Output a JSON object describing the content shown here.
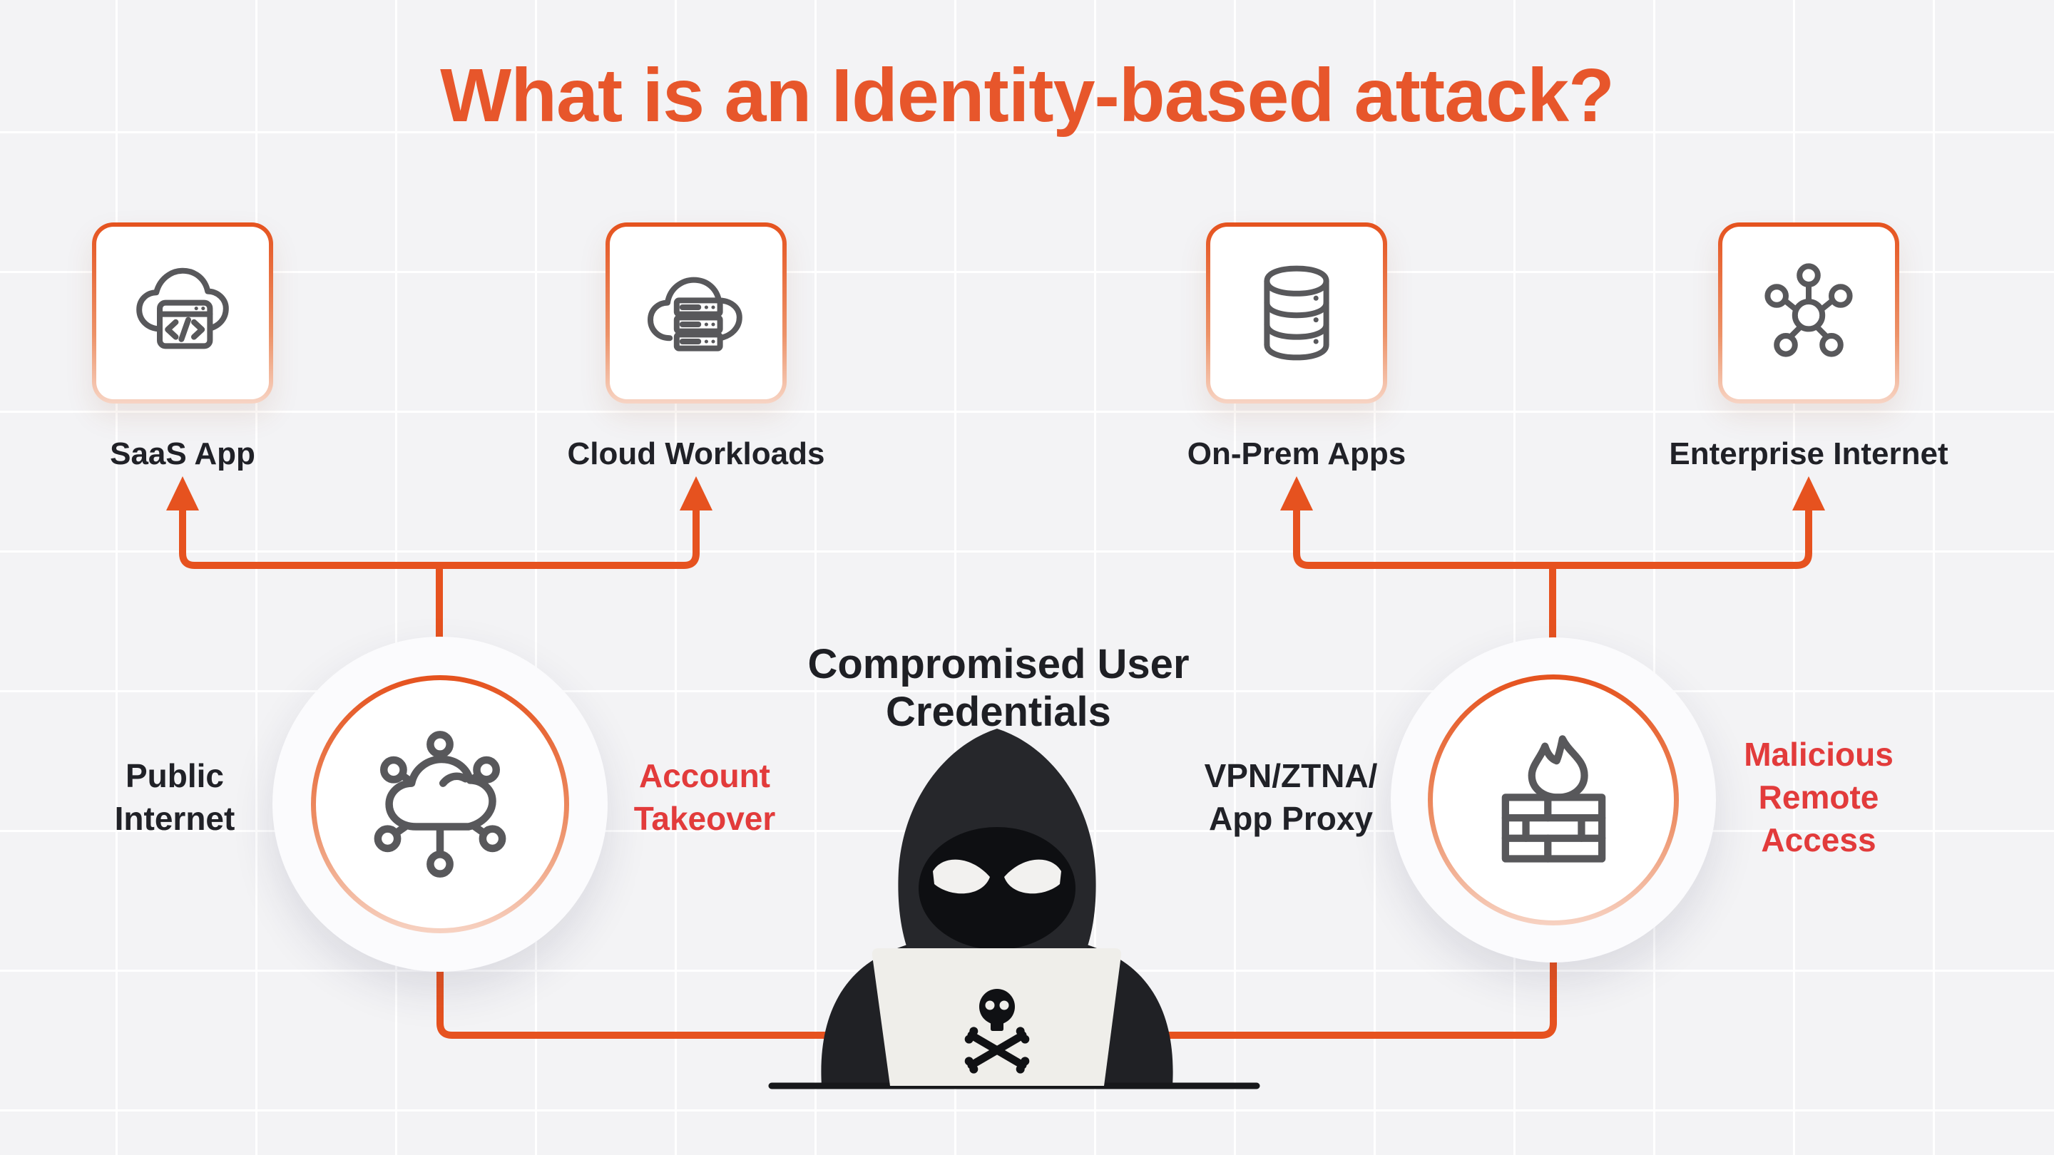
{
  "title": "What is an Identity-based attack?",
  "colors": {
    "title_orange": "#e7562b",
    "accent_orange": "#e6521f",
    "alert_red": "#e23b3b",
    "text_dark": "#202127",
    "icon_gray": "#58585b"
  },
  "targets": [
    {
      "label": "SaaS App",
      "icon": "cloud-code-icon"
    },
    {
      "label": "Cloud Workloads",
      "icon": "cloud-servers-icon"
    },
    {
      "label": "On-Prem Apps",
      "icon": "database-icon"
    },
    {
      "label": "Enterprise Internet",
      "icon": "network-hub-icon"
    }
  ],
  "center_label": "Compromised User Credentials",
  "left_node": {
    "icon": "cloud-network-icon",
    "source_label": "Public\nInternet",
    "threat_label": "Account\nTakeover"
  },
  "right_node": {
    "icon": "firewall-icon",
    "source_label": "VPN/ZTNA/\nApp Proxy",
    "threat_label": "Malicious\nRemote\nAccess"
  },
  "hacker": {
    "figure": "hooded-hacker",
    "laptop_mark": "skull-crossbones"
  }
}
